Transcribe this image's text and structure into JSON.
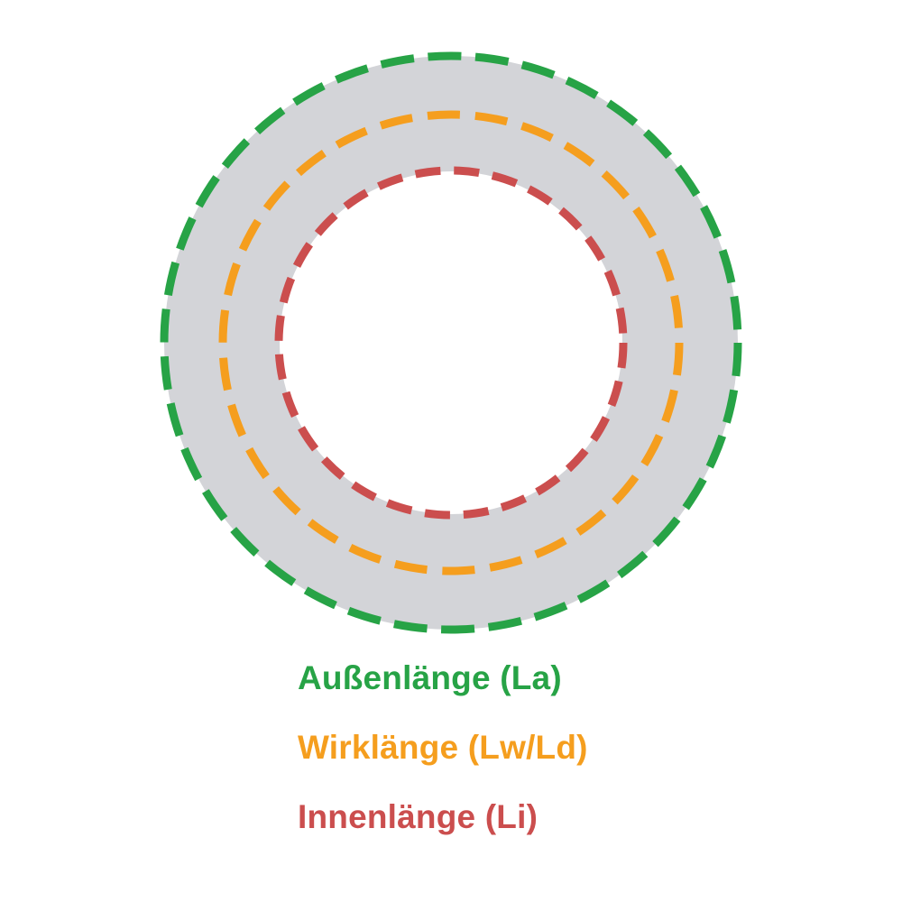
{
  "diagram": {
    "name": "v-belt-length-diagram",
    "colors": {
      "belt": "#d3d4d8",
      "outer": "#27a346",
      "effective": "#f59e1e",
      "inner": "#cb4e4e"
    },
    "labels": {
      "outer": "Außenlänge (La)",
      "effective": "Wirklänge (Lw/Ld)",
      "inner": "Innenlänge (Li)"
    }
  }
}
